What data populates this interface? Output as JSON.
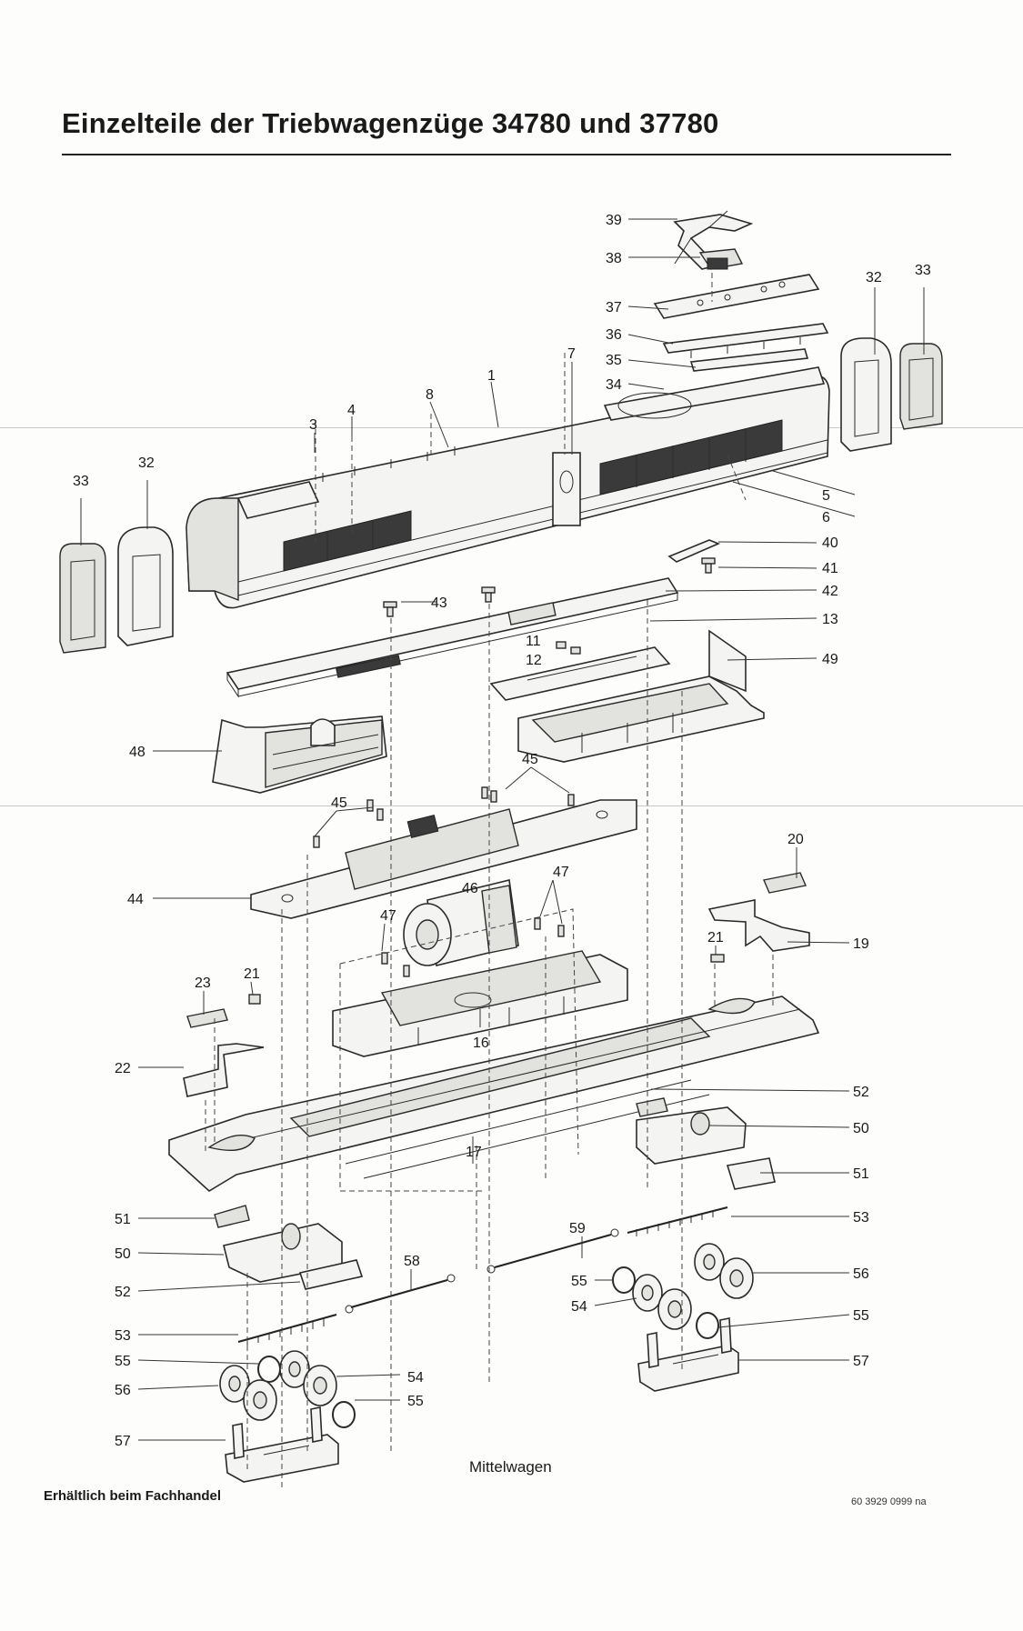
{
  "title": "Einzelteile der Triebwagenzüge 34780 und 37780",
  "caption": "Mittelwagen",
  "footer_left": "Erhältlich beim Fachhandel",
  "footer_code": "60 3929 0999 na",
  "callouts": [
    {
      "id": "l39",
      "text": "39"
    },
    {
      "id": "l38",
      "text": "38"
    },
    {
      "id": "l37",
      "text": "37"
    },
    {
      "id": "l36",
      "text": "36"
    },
    {
      "id": "l35",
      "text": "35"
    },
    {
      "id": "l34",
      "text": "34"
    },
    {
      "id": "l7",
      "text": "7"
    },
    {
      "id": "l1",
      "text": "1"
    },
    {
      "id": "l8",
      "text": "8"
    },
    {
      "id": "l4",
      "text": "4"
    },
    {
      "id": "l3",
      "text": "3"
    },
    {
      "id": "l32r",
      "text": "32"
    },
    {
      "id": "l33r",
      "text": "33"
    },
    {
      "id": "l33l",
      "text": "33"
    },
    {
      "id": "l32l",
      "text": "32"
    },
    {
      "id": "l5",
      "text": "5"
    },
    {
      "id": "l6",
      "text": "6"
    },
    {
      "id": "l40",
      "text": "40"
    },
    {
      "id": "l41",
      "text": "41"
    },
    {
      "id": "l42",
      "text": "42"
    },
    {
      "id": "l43",
      "text": "43"
    },
    {
      "id": "l13",
      "text": "13"
    },
    {
      "id": "l11",
      "text": "11"
    },
    {
      "id": "l12",
      "text": "12"
    },
    {
      "id": "l49",
      "text": "49"
    },
    {
      "id": "l48",
      "text": "48"
    },
    {
      "id": "l45a",
      "text": "45"
    },
    {
      "id": "l45b",
      "text": "45"
    },
    {
      "id": "l20",
      "text": "20"
    },
    {
      "id": "l44",
      "text": "44"
    },
    {
      "id": "l46",
      "text": "46"
    },
    {
      "id": "l47a",
      "text": "47"
    },
    {
      "id": "l47b",
      "text": "47"
    },
    {
      "id": "l21a",
      "text": "21"
    },
    {
      "id": "l19",
      "text": "19"
    },
    {
      "id": "l21b",
      "text": "21"
    },
    {
      "id": "l23",
      "text": "23"
    },
    {
      "id": "l16",
      "text": "16"
    },
    {
      "id": "l22",
      "text": "22"
    },
    {
      "id": "l52a",
      "text": "52"
    },
    {
      "id": "l50a",
      "text": "50"
    },
    {
      "id": "l17",
      "text": "17"
    },
    {
      "id": "l51a",
      "text": "51"
    },
    {
      "id": "l51b",
      "text": "51"
    },
    {
      "id": "l59",
      "text": "59"
    },
    {
      "id": "l53a",
      "text": "53"
    },
    {
      "id": "l50b",
      "text": "50"
    },
    {
      "id": "l58",
      "text": "58"
    },
    {
      "id": "l55a",
      "text": "55"
    },
    {
      "id": "l56a",
      "text": "56"
    },
    {
      "id": "l52b",
      "text": "52"
    },
    {
      "id": "l54a",
      "text": "54"
    },
    {
      "id": "l55b",
      "text": "55"
    },
    {
      "id": "l53b",
      "text": "53"
    },
    {
      "id": "l57a",
      "text": "57"
    },
    {
      "id": "l55c",
      "text": "55"
    },
    {
      "id": "l54b",
      "text": "54"
    },
    {
      "id": "l56b",
      "text": "56"
    },
    {
      "id": "l55d",
      "text": "55"
    },
    {
      "id": "l57b",
      "text": "57"
    }
  ]
}
